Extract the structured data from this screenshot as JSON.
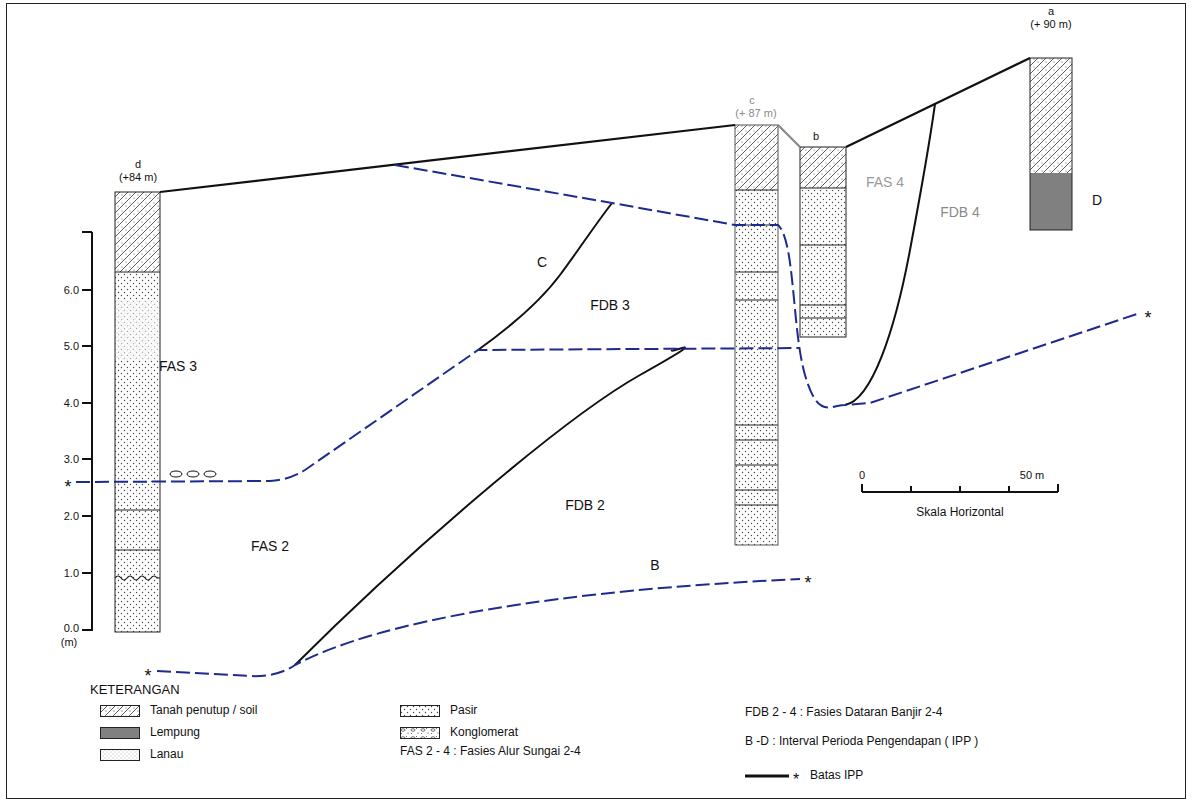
{
  "diagram": {
    "labels": [
      "a",
      "(+ 90 m)",
      "c",
      "(+ 87 m)",
      "b",
      "d",
      "(+84 m)",
      "FAS 4",
      "FDB 4",
      "D",
      "6.0",
      "5.0",
      "4.0",
      "3.0",
      "2.0",
      "1.0",
      "0.0",
      "(m)",
      "C",
      "FDB 3",
      "FAS 3",
      "*",
      "*",
      "0",
      "50 m",
      "Skala Horizontal",
      "FDB 2",
      "FAS 2",
      "B",
      "*",
      "*",
      "KETERANGAN",
      "FAS 2 - 4 : Fasies Alur Sungai 2-4",
      "FDB 2 - 4 : Fasies Dataran Banjir 2-4",
      "B -D : Interval Perioda Pengendapan ( IPP )",
      "*"
    ],
    "legend": [
      {
        "text": "Tanah penutup / soil"
      },
      {
        "text": "Lempung",
        "color": "#808080"
      },
      {
        "text": "Lanau"
      },
      {
        "text": "Pasir"
      },
      {
        "text": "Konglomerat"
      },
      {
        "text": "Batas IPP"
      }
    ]
  }
}
